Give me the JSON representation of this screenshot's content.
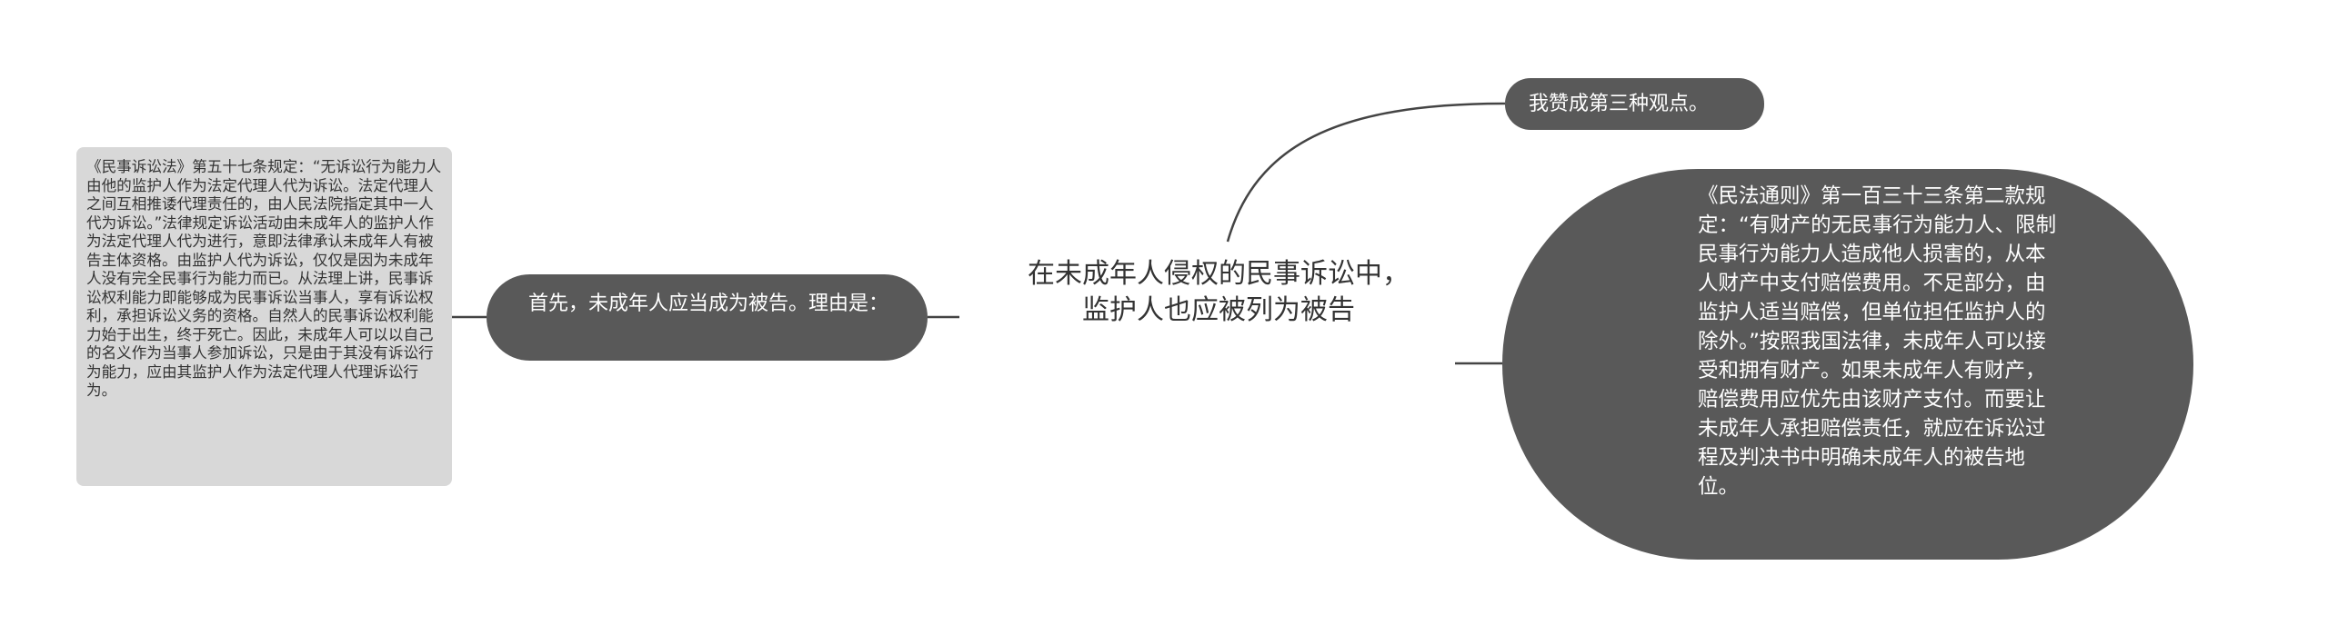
{
  "colors": {
    "node_dark": "#595959",
    "node_light": "#d8d8d8",
    "connector": "#444444",
    "central_text": "#333333"
  },
  "central_topic": "在未成年人侵权的民事诉讼中，监护人也应被列为被告",
  "left_branch": {
    "label": "首先，未成年人应当成为被告。理由是：",
    "child": {
      "text": "《民事诉讼法》第五十七条规定：“无诉讼行为能力人由他的监护人作为法定代理人代为诉讼。法定代理人之间互相推诿代理责任的，由人民法院指定其中一人代为诉讼。”法律规定诉讼活动由未成年人的监护人作为法定代理人代为进行，意即法律承认未成年人有被告主体资格。由监护人代为诉讼，仅仅是因为未成年人没有完全民事行为能力而已。从法理上讲，民事诉讼权利能力即能够成为民事诉讼当事人，享有诉讼权利，承担诉讼义务的资格。自然人的民事诉讼权利能力始于出生，终于死亡。因此，未成年人可以以自己的名义作为当事人参加诉讼，只是由于其没有诉讼行为能力，应由其监护人作为法定代理人代理诉讼行为。"
    }
  },
  "right_branches": [
    {
      "label": "我赞成第三种观点。"
    },
    {
      "label": "《民法通则》第一百三十三条第二款规定：“有财产的无民事行为能力人、限制民事行为能力人造成他人损害的，从本人财产中支付赔偿费用。不足部分，由监护人适当赔偿，但单位担任监护人的除外。”按照我国法律，未成年人可以接受和拥有财产。如果未成年人有财产，赔偿费用应优先由该财产支付。而要让未成年人承担赔偿责任，就应在诉讼过程及判决书中明确未成年人的被告地位。"
    }
  ]
}
